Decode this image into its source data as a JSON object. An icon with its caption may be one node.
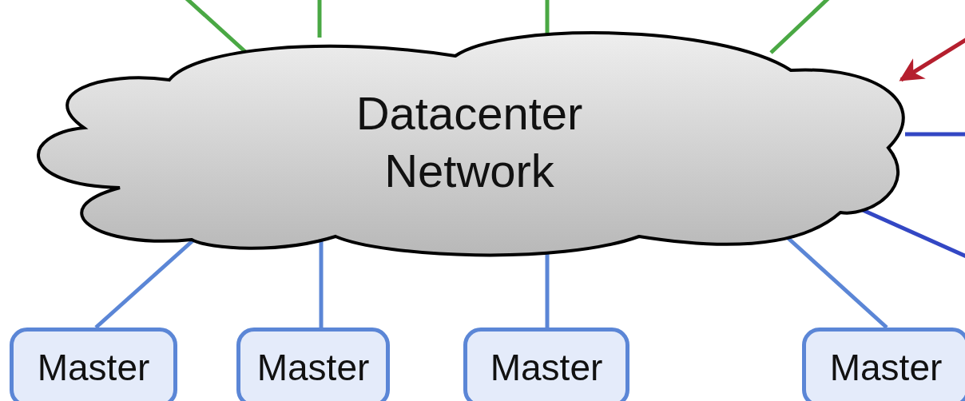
{
  "diagram": {
    "nodes": [
      {
        "text": [
          "Datacenter Network"
        ]
      },
      {
        "text": [
          "Master"
        ]
      },
      {
        "text": [
          "Master"
        ]
      },
      {
        "text": [
          "Master"
        ]
      },
      {
        "text": [
          "Master"
        ]
      }
    ],
    "edges": [
      {
        "from": 0,
        "to": null,
        "arrow": "none",
        "color": "#4aa844"
      },
      {
        "from": 0,
        "to": null,
        "arrow": "none",
        "color": "#4aa844"
      },
      {
        "from": 0,
        "to": null,
        "arrow": "none",
        "color": "#4aa844"
      },
      {
        "from": 0,
        "to": null,
        "arrow": "none",
        "color": "#4aa844"
      },
      {
        "from": null,
        "to": 0,
        "arrow": "to",
        "color": "#b51f2e"
      },
      {
        "from": 0,
        "to": null,
        "arrow": "none",
        "color": "#3347c4"
      },
      {
        "from": 0,
        "to": null,
        "arrow": "none",
        "color": "#3347c4"
      },
      {
        "from": 0,
        "to": 1,
        "arrow": "none",
        "color": "#5b86d6"
      },
      {
        "from": 0,
        "to": 2,
        "arrow": "none",
        "color": "#5b86d6"
      },
      {
        "from": 0,
        "to": 3,
        "arrow": "none",
        "color": "#5b86d6"
      },
      {
        "from": 0,
        "to": 4,
        "arrow": "none",
        "color": "#5b86d6"
      }
    ]
  }
}
